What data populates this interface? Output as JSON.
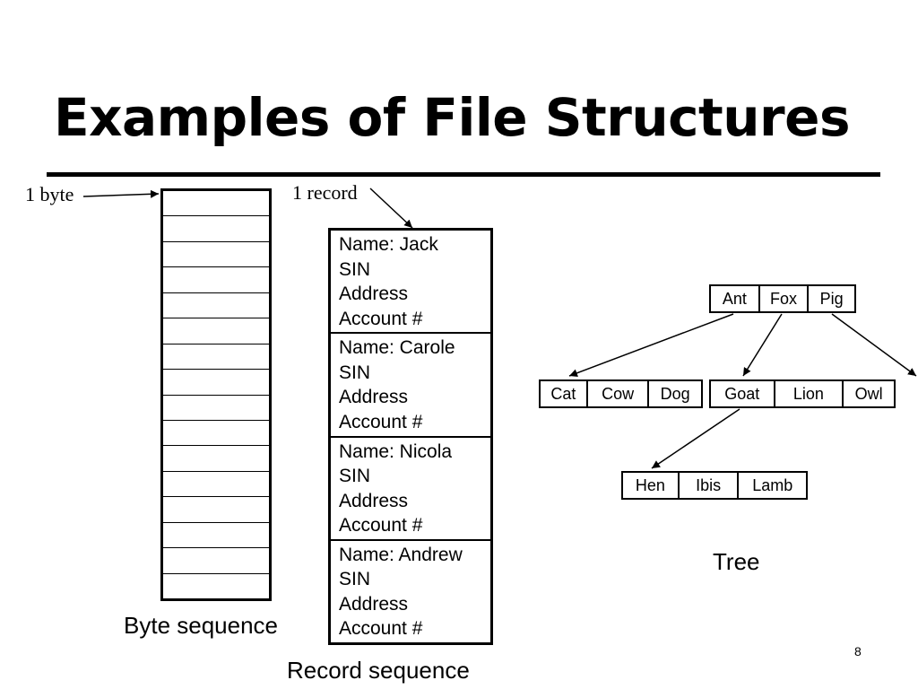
{
  "slide": {
    "title": "Examples of File Structures",
    "page_number": "8"
  },
  "byte_sequence": {
    "label": "1 byte",
    "caption": "Byte sequence",
    "cell_count": 16
  },
  "record_sequence": {
    "label": "1 record",
    "caption": "Record sequence",
    "records": [
      {
        "name": "Name: Jack",
        "sin": "SIN",
        "address": "Address",
        "account": "Account #"
      },
      {
        "name": "Name: Carole",
        "sin": "SIN",
        "address": "Address",
        "account": "Account #"
      },
      {
        "name": "Name: Nicola",
        "sin": "SIN",
        "address": "Address",
        "account": "Account #"
      },
      {
        "name": "Name: Andrew",
        "sin": "SIN",
        "address": "Address",
        "account": "Account #"
      }
    ]
  },
  "tree": {
    "caption": "Tree",
    "root": [
      "Ant",
      "Fox",
      "Pig"
    ],
    "left": [
      "Cat",
      "Cow",
      "Dog"
    ],
    "middle": [
      "Goat",
      "Lion",
      "Owl"
    ],
    "grandchild": [
      "Hen",
      "Ibis",
      "Lamb"
    ]
  }
}
